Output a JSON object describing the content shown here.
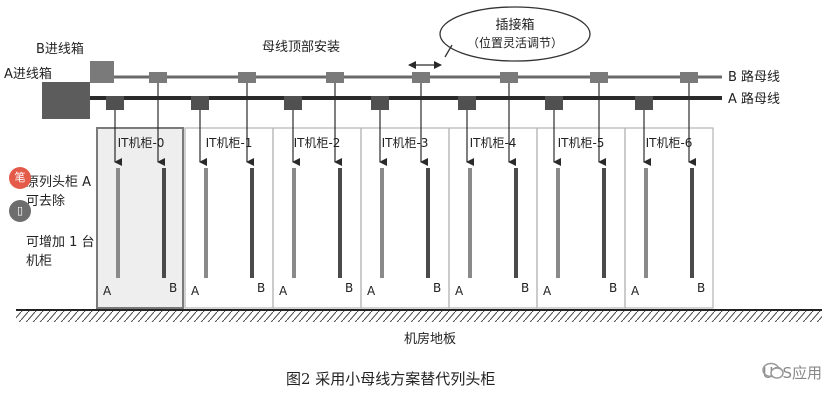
{
  "labels": {
    "b_feed_box": "B进线箱",
    "a_feed_box": "A进线箱",
    "top_mount": "母线顶部安装",
    "plugin_box_line1": "插接箱",
    "plugin_box_line2": "（位置灵活调节）",
    "b_busbar": "B 路母线",
    "a_busbar": "A 路母线",
    "remove_line1": "原列头柜 A",
    "remove_line2": "可去除",
    "add_line1": "可增加 1 台",
    "add_line2": "机柜",
    "floor": "机房地板",
    "caption": "图2   采用小母线方案替代列头柜",
    "rail_a": "A",
    "rail_b": "B"
  },
  "cabinets": [
    "IT机柜-0",
    "IT机柜-1",
    "IT机柜-2",
    "IT机柜-3",
    "IT机柜-4",
    "IT机柜-5",
    "IT机柜-6"
  ],
  "watermark": "UPS应用",
  "icons": {
    "red_badge": "笔",
    "grey_badge": "▯"
  },
  "colors": {
    "line": "#2a2a2a",
    "box": "#7a7a7a",
    "highlight": "#eeeeee",
    "cabinet_border": "#b5b5b5"
  }
}
